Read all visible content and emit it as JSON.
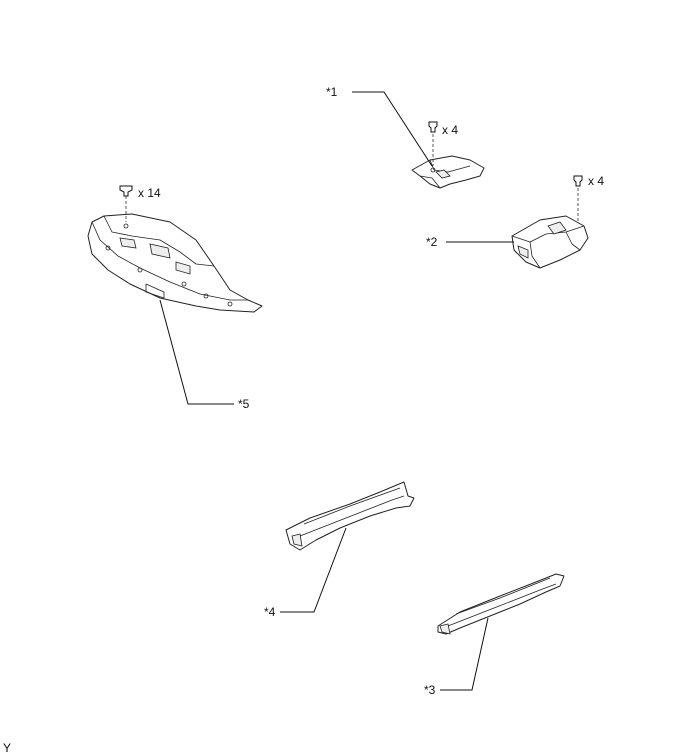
{
  "callouts": {
    "p1": "*1",
    "p2": "*2",
    "p3": "*3",
    "p4": "*4",
    "p5": "*5"
  },
  "quantities": {
    "clip_p1": "x 4",
    "clip_p2": "x 4",
    "clip_p5": "x 14"
  },
  "corner_code": "Y"
}
